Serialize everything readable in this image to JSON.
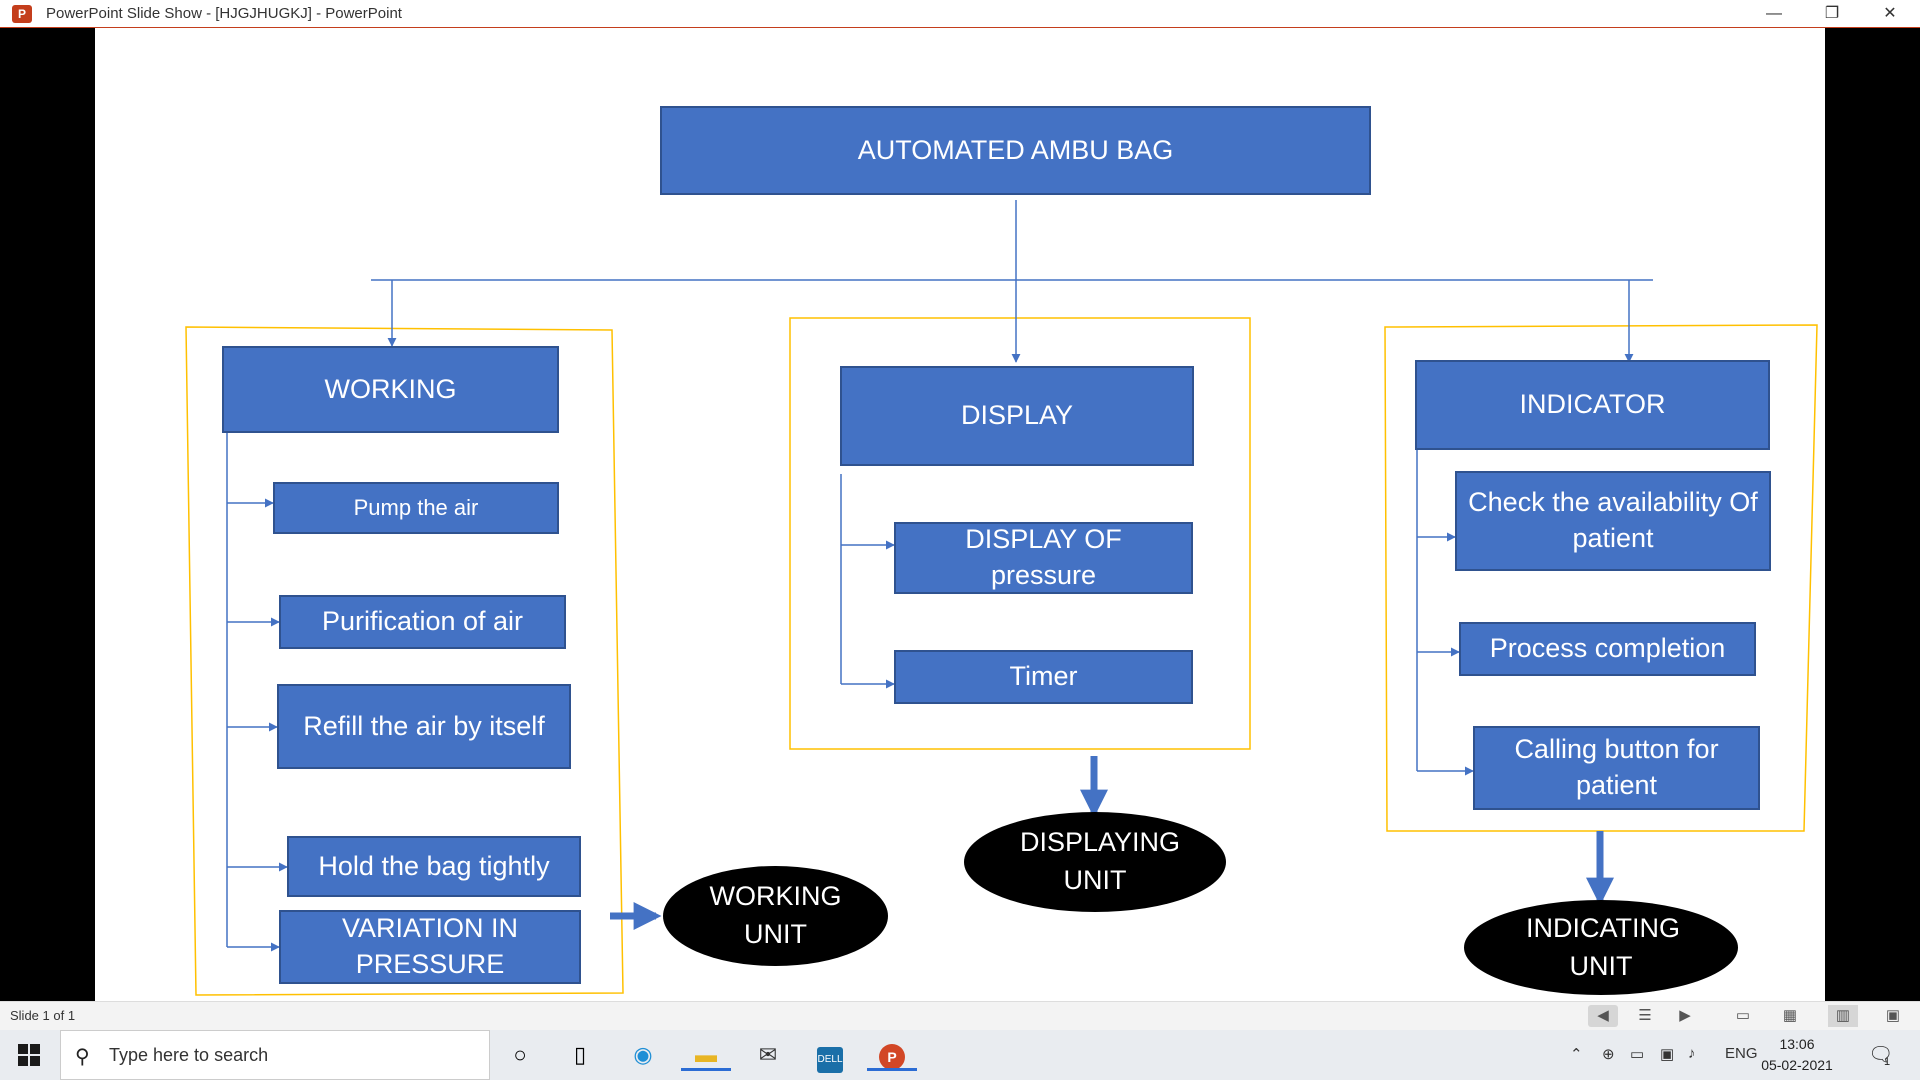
{
  "window": {
    "title": "PowerPoint Slide Show - [HJGJHUGKJ] - PowerPoint",
    "app_icon_letter": "P",
    "minimize": "—",
    "restore": "❐",
    "close": "✕"
  },
  "slide": {
    "root": "AUTOMATED AMBU BAG",
    "working": {
      "title": "WORKING",
      "items": [
        "Pump the air",
        "Purification of air",
        "Refill the air by itself",
        "Hold the bag tightly",
        "VARIATION IN PRESSURE"
      ],
      "unit": "WORKING UNIT"
    },
    "display": {
      "title": "DISPLAY",
      "items": [
        "DISPLAY OF pressure",
        "Timer"
      ],
      "unit": "DISPLAYING UNIT"
    },
    "indicator": {
      "title": "INDICATOR",
      "items": [
        "Check the availability Of patient",
        "Process completion",
        "Calling button for patient"
      ],
      "unit": "INDICATING UNIT"
    },
    "colors": {
      "box_fill": "#4472c4",
      "box_border": "#2f528f",
      "group_border": "#ffc000",
      "connector": "#4472c4"
    }
  },
  "status_bar": {
    "slide_count": "Slide 1 of 1",
    "icons": [
      "previous-icon",
      "slide-notes-icon",
      "next-icon",
      "normal-view-icon",
      "slide-sorter-icon",
      "reading-view-icon",
      "slide-show-icon"
    ]
  },
  "taskbar": {
    "search_placeholder": "Type here to search",
    "apps": [
      "cortana-icon",
      "task-view-icon",
      "edge-icon",
      "file-explorer-icon",
      "mail-icon",
      "dell-icon",
      "powerpoint-icon"
    ],
    "tray": {
      "language": "ENG",
      "time": "13:06",
      "date": "05-02-2021",
      "notification_count": "1"
    }
  }
}
